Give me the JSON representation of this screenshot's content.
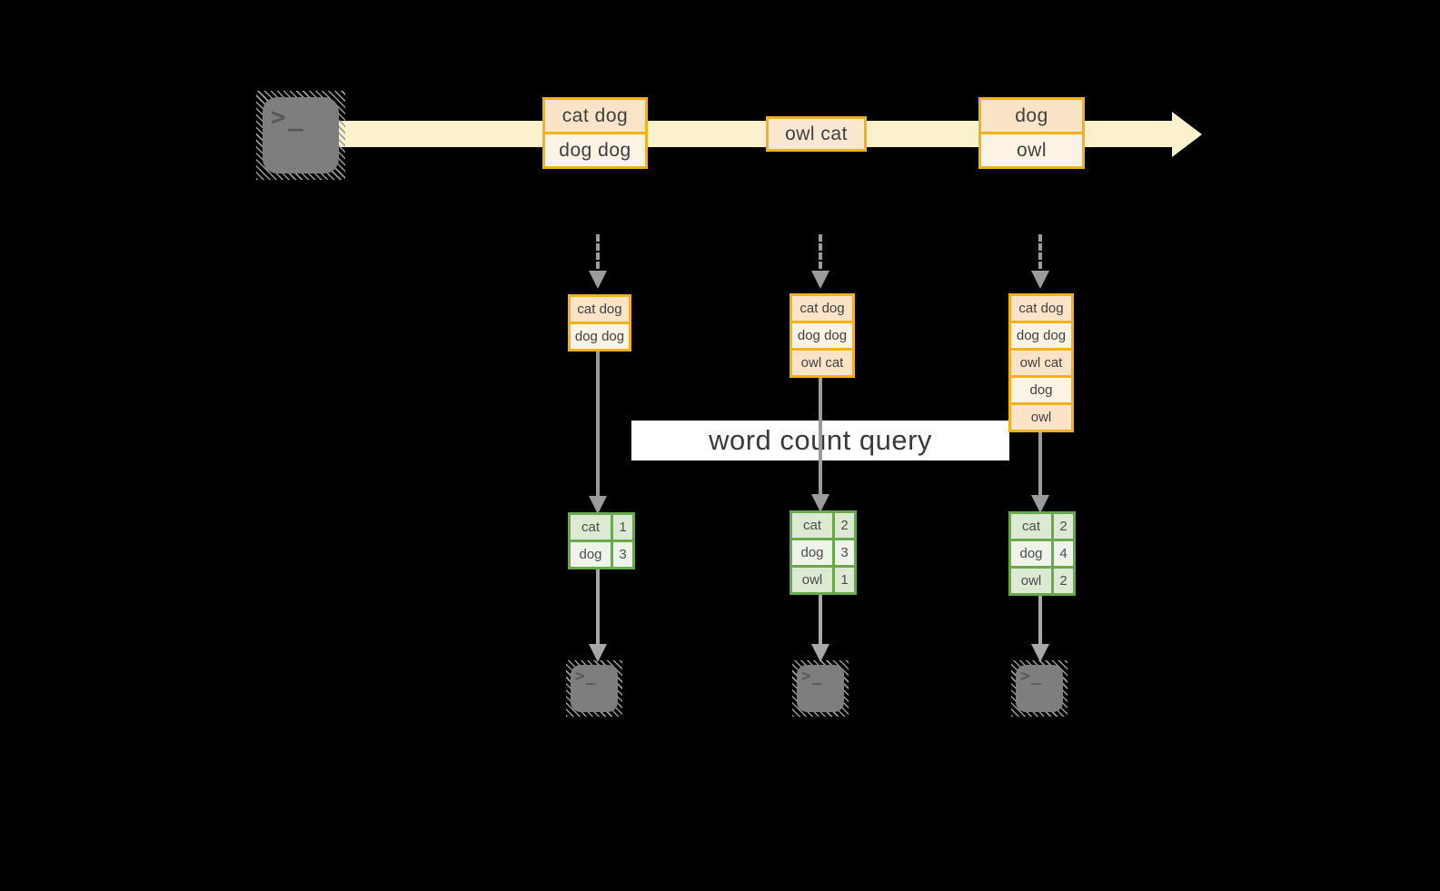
{
  "query_label": "word count query",
  "terminal_prompt": ">_",
  "timeline": {
    "batches": [
      {
        "cells": [
          "cat dog",
          "dog dog"
        ]
      },
      {
        "cells": [
          "owl cat"
        ]
      },
      {
        "cells": [
          "dog",
          "owl"
        ]
      }
    ]
  },
  "inputs": [
    {
      "rows": [
        "cat dog",
        "dog dog"
      ]
    },
    {
      "rows": [
        "cat dog",
        "dog dog",
        "owl cat"
      ]
    },
    {
      "rows": [
        "cat dog",
        "dog dog",
        "owl cat",
        "dog",
        "owl"
      ]
    }
  ],
  "results": [
    {
      "rows": [
        {
          "word": "cat",
          "count": "1"
        },
        {
          "word": "dog",
          "count": "3"
        }
      ]
    },
    {
      "rows": [
        {
          "word": "cat",
          "count": "2"
        },
        {
          "word": "dog",
          "count": "3"
        },
        {
          "word": "owl",
          "count": "1"
        }
      ]
    },
    {
      "rows": [
        {
          "word": "cat",
          "count": "2"
        },
        {
          "word": "dog",
          "count": "4"
        },
        {
          "word": "owl",
          "count": "2"
        }
      ]
    }
  ],
  "colors": {
    "background": "#000000",
    "stream_band": "#fbf1cd",
    "orange_border": "#f3b11c",
    "orange_fill_dark": "#fbe3c8",
    "orange_fill_light": "#fdf3e4",
    "green_border": "#6aa850",
    "green_fill_dark": "#dce9d3",
    "green_fill_light": "#eef4e9",
    "arrow_gray": "#9b9b9b",
    "query_band_bg": "#ffffff",
    "text": "#3f3f3f"
  }
}
